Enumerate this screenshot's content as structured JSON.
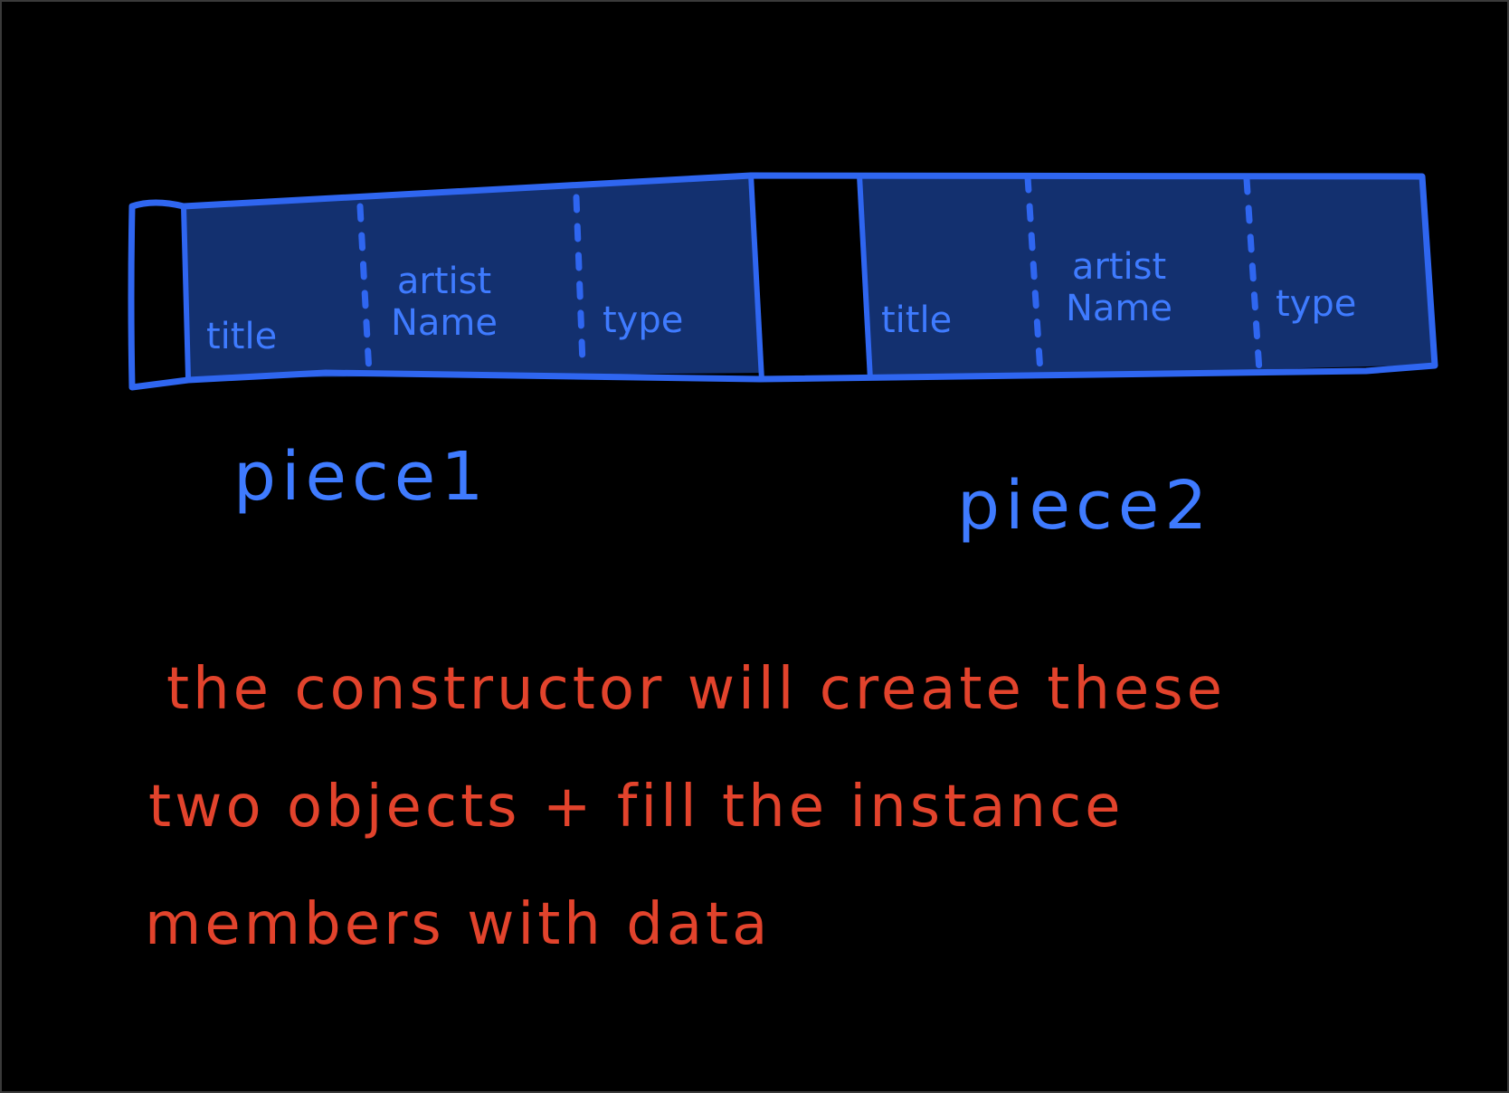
{
  "colors": {
    "background": "#000000",
    "stroke_blue": "#2f66f0",
    "fill_navy": "#13306f",
    "text_blue": "#3f7bff",
    "text_red": "#e2432c"
  },
  "objects": [
    {
      "label": "piece1",
      "fields": [
        {
          "label": "title"
        },
        {
          "label_line1": "artist",
          "label_line2": "Name"
        },
        {
          "label": "type"
        }
      ]
    },
    {
      "label": "piece2",
      "fields": [
        {
          "label": "title"
        },
        {
          "label_line1": "artist",
          "label_line2": "Name"
        },
        {
          "label": "type"
        }
      ]
    }
  ],
  "note": {
    "line1": "the constructor will create these",
    "line2": "two objects + fill the instance",
    "line3": "members with data"
  }
}
